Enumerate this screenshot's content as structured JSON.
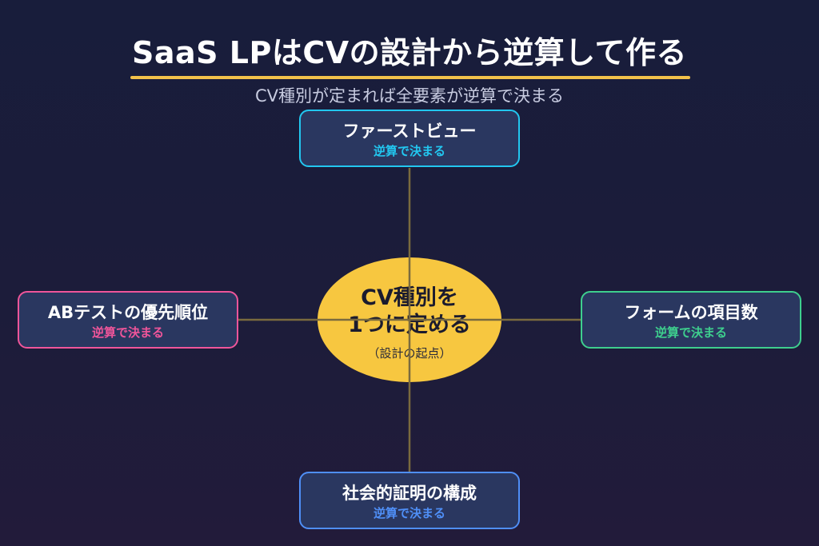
{
  "title": "SaaS LPはCVの設計から逆算して作る",
  "subtitle": "CV種別が定まれば全要素が逆算で決まる",
  "center": {
    "line1": "CV種別を",
    "line2": "1つに定める",
    "note": "（設計の起点）"
  },
  "nodes": {
    "top": {
      "label": "ファーストビュー",
      "sub": "逆算で決まる",
      "color": "#22c7f0"
    },
    "right": {
      "label": "フォームの項目数",
      "sub": "逆算で決まる",
      "color": "#3ecf8e"
    },
    "bottom": {
      "label": "社会的証明の構成",
      "sub": "逆算で決まる",
      "color": "#4f8ff7"
    },
    "left": {
      "label": "ABテストの優先順位",
      "sub": "逆算で決まる",
      "color": "#f0559a"
    }
  },
  "colors": {
    "accent": "#f2c14a",
    "center_fill": "#f7c740",
    "node_fill": "#2a3760",
    "connector": "#7a6a3e"
  }
}
